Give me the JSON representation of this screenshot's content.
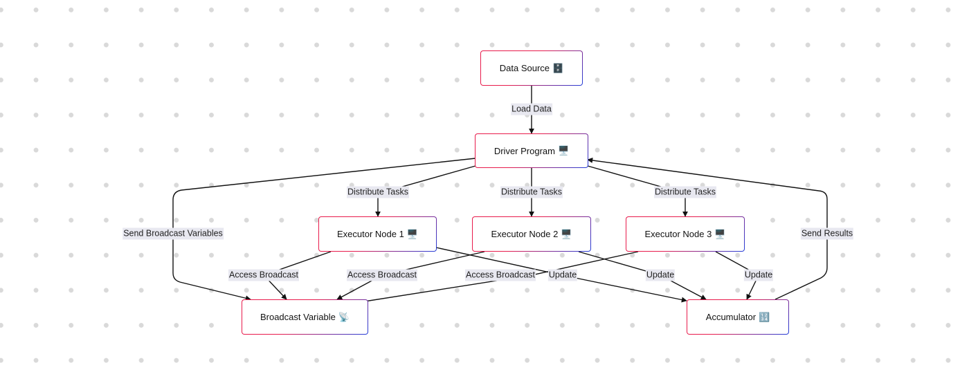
{
  "nodes": {
    "data_source": {
      "label": "Data Source",
      "icon": "🗄️",
      "icon_name": "file-cabinet-icon"
    },
    "driver": {
      "label": "Driver Program",
      "icon": "🖥️",
      "icon_name": "desktop-computer-icon"
    },
    "executor1": {
      "label": "Executor Node 1",
      "icon": "🖥️",
      "icon_name": "desktop-computer-icon"
    },
    "executor2": {
      "label": "Executor Node 2",
      "icon": "🖥️",
      "icon_name": "desktop-computer-icon"
    },
    "executor3": {
      "label": "Executor Node 3",
      "icon": "🖥️",
      "icon_name": "desktop-computer-icon"
    },
    "broadcast": {
      "label": "Broadcast Variable",
      "icon": "📡",
      "icon_name": "satellite-antenna-icon"
    },
    "accumulator": {
      "label": "Accumulator",
      "icon": "🔢",
      "icon_name": "input-numbers-icon"
    }
  },
  "edges": {
    "load_data": "Load Data",
    "distribute_1": "Distribute Tasks",
    "distribute_2": "Distribute Tasks",
    "distribute_3": "Distribute Tasks",
    "send_broadcast": "Send Broadcast Variables",
    "access_1": "Access Broadcast",
    "access_2": "Access Broadcast",
    "access_3": "Access Broadcast",
    "update_1": "Update",
    "update_2": "Update",
    "update_3": "Update",
    "send_results": "Send Results"
  },
  "colors": {
    "edge": "#111111",
    "node_border_start": "#e8194a",
    "node_border_end": "#1f3bd9",
    "edge_label_bg": "#e8e8f0",
    "dot_grid": "#d9d9d9"
  }
}
